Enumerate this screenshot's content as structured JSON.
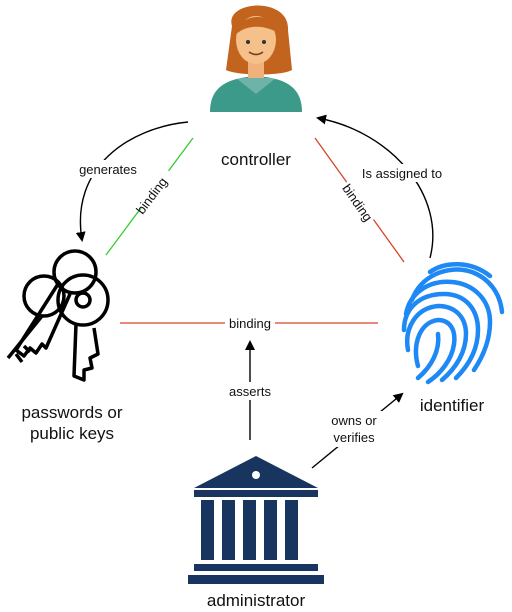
{
  "nodes": {
    "controller": {
      "label": "controller",
      "icon": "person-icon"
    },
    "keys": {
      "label_line1": "passwords or",
      "label_line2": "public keys",
      "icon": "keys-icon"
    },
    "identifier": {
      "label": "identifier",
      "icon": "fingerprint-icon"
    },
    "administrator": {
      "label": "administrator",
      "icon": "bank-building-icon"
    }
  },
  "edges": {
    "generates": "generates",
    "is_assigned_to": "Is assigned to",
    "asserts": "asserts",
    "owns_or_verifies_line1": "owns or",
    "owns_or_verifies_line2": "verifies",
    "binding_controller_keys": "binding",
    "binding_controller_identifier": "binding",
    "binding_keys_identifier": "binding"
  },
  "colors": {
    "green_binding": "#33cc33",
    "red_binding": "#d9442b",
    "arrow": "#000000",
    "person_shirt": "#3c9a8a",
    "person_hair": "#c3641e",
    "person_skin": "#f6c08a",
    "fingerprint": "#1e88f5",
    "building": "#17355e"
  }
}
